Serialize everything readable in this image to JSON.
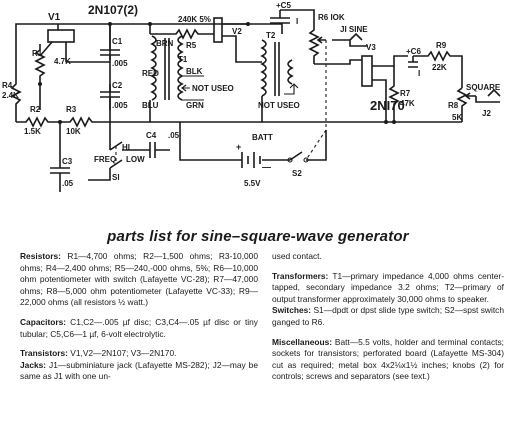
{
  "schematic": {
    "tube_label": "2N107(2)",
    "v1": "V1",
    "r1": "R1",
    "r1_value": "4.7K",
    "r4": "R4",
    "r4_value": "2.4K",
    "r2": "R2",
    "r2_value": "1.5K",
    "r3": "R3",
    "r3_value": "10K",
    "c1": "C1",
    "c1_value": ".005",
    "c2": "C2",
    "c2_value": ".005",
    "c3": "C3",
    "c3_value": ".05",
    "c4": "C4",
    "c4_value": ".05",
    "r5_value": "240K 5%",
    "r5": "R5",
    "t1": "T1",
    "brn": "BRN",
    "red": "RED",
    "blu": "BLU",
    "blk": "BLK",
    "not_used_1": "NOT USEO",
    "grn": "GRN",
    "v2": "V2",
    "c5": "+C5",
    "c5_value": "I",
    "t2": "T2",
    "not_used_2": "NOT USEO",
    "r6": "R6 IOK",
    "j1": "JI SINE",
    "v3": "V3",
    "v3_type": "2NI70",
    "c6": "+C6",
    "c6_value": "I",
    "r9": "R9",
    "r9_value": "22K",
    "r7": "R7",
    "r7_value": "47K",
    "r8": "R8",
    "r8_value": "5K",
    "square": "SQUARE",
    "j2": "J2",
    "freq": "FREQ",
    "hi": "HI",
    "low": "LOW",
    "s1": "SI",
    "batt": "BATT",
    "batt_value": "5.5V",
    "s2": "S2",
    "plus": "+",
    "minus": "—"
  },
  "parts_title": "parts list for sine–square-wave generator",
  "parts": {
    "resistors_heading": "Resistors:",
    "resistors_text": " R1—4,700 ohms; R2—1,500 ohms; R3-10,000 ohms; R4—2,400 ohms; R5—240,-000 ohms, 5%; R6—10,000 ohm potentiometer with switch (Lafayette VC-28); R7—47,000 ohms; R8—5,000 ohm potentiometer (Lafayette VC-33); R9—22,000 ohms (all resistors ½ watt.)",
    "capacitors_heading": "Capacitors:",
    "capacitors_text": " C1,C2—.005 µf disc; C3,C4—.05 µf disc or tiny tubular; C5,C6—1 µf, 6-volt electrolytic.",
    "transistors_heading": "Transistors:",
    "transistors_text": " V1,V2—2N107; V3—2N170.",
    "jacks_heading": "Jacks:",
    "jacks_text": " J1—subminiature jack (Lafayette MS-282); J2—may be same as J1 with one un-",
    "jacks_cont": "used contact.",
    "transformers_heading": "Transformers:",
    "transformers_text": " T1—primary impedance 4,000 ohms center-tapped, secondary impedance 3.2 ohms; T2—primary of output transformer approximately 30,000 ohms to speaker.",
    "switches_heading": "Switches:",
    "switches_text": " S1—dpdt or dpst slide type switch; S2—spst switch ganged to R6.",
    "misc_heading": "Miscellaneous:",
    "misc_text": " Batt—5.5 volts, holder and terminal contacts; sockets for transistors; perforated board (Lafayette MS-304) cut as required; metal box 4x2⅛x1½ inches; knobs (2) for controls; screws and separators (see text.)"
  }
}
